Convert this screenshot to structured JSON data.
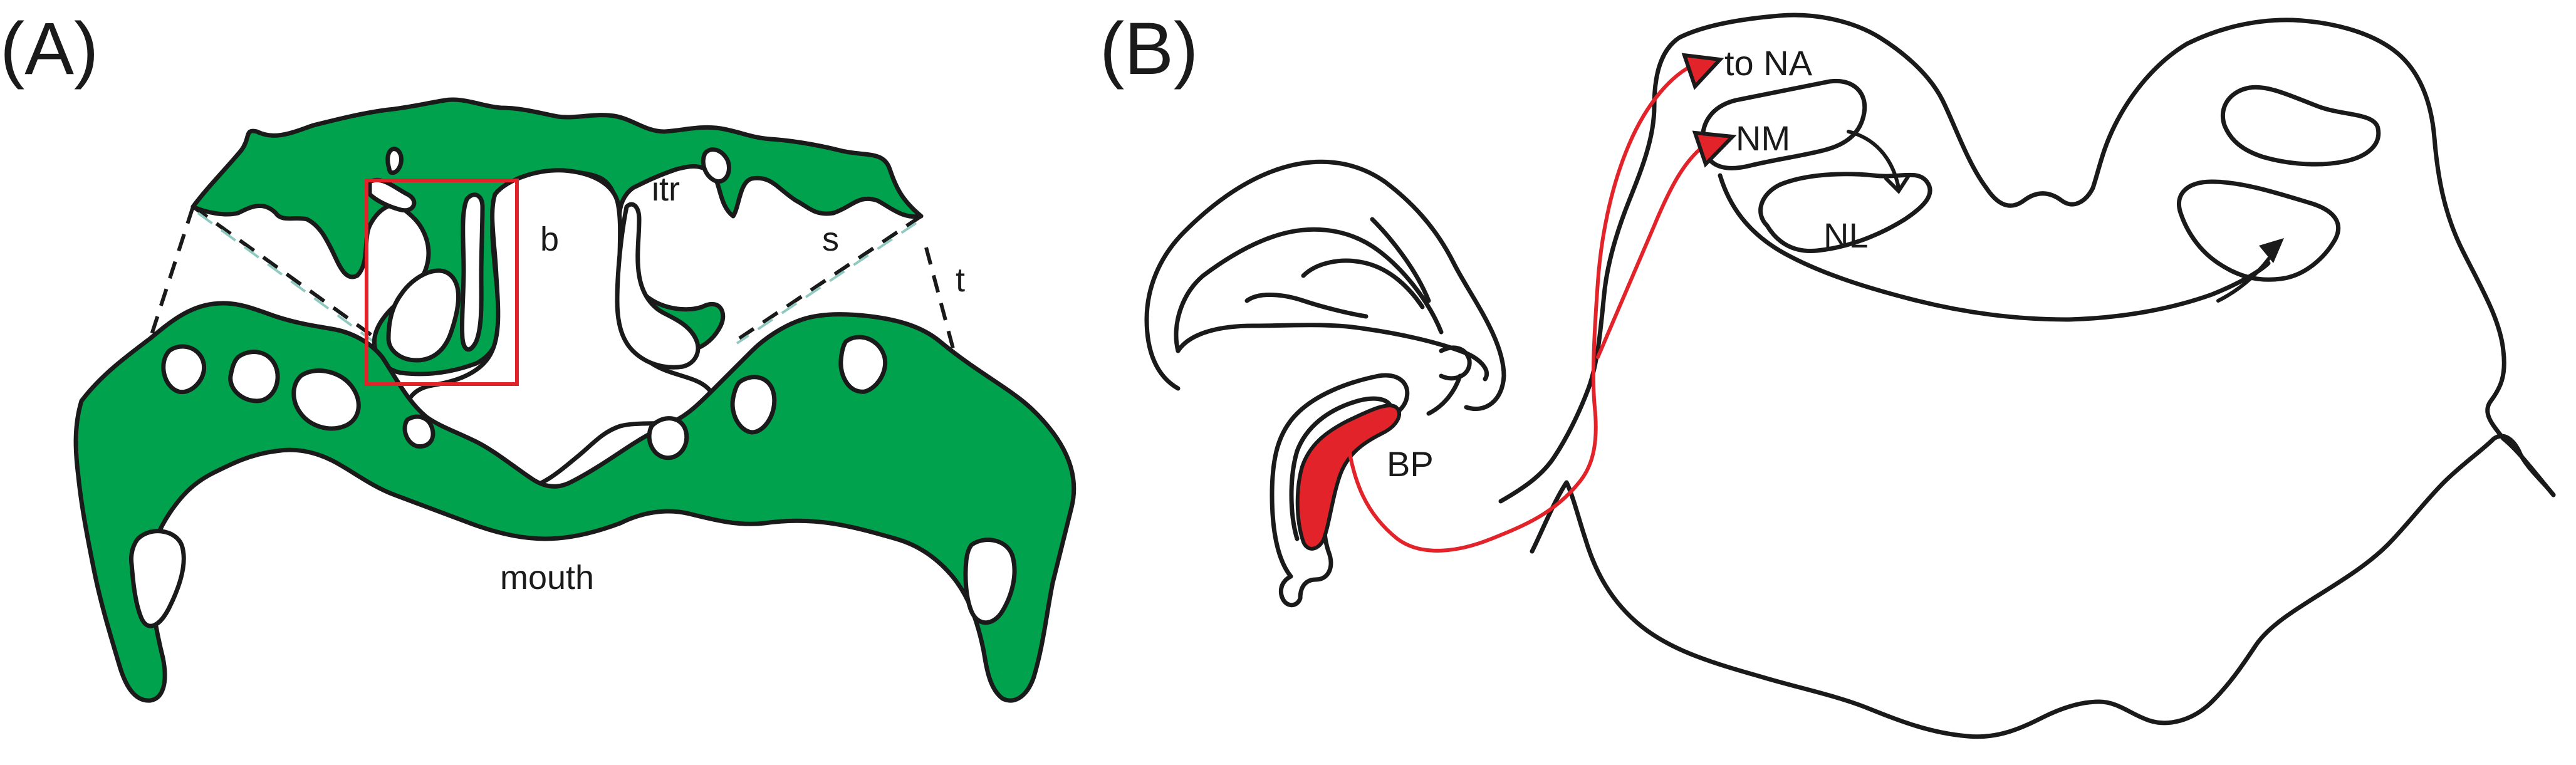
{
  "panel_a": {
    "label": "(A)",
    "labels": {
      "b": "b",
      "itr": "itr",
      "s": "s",
      "t": "t",
      "mouth": "mouth"
    }
  },
  "panel_b": {
    "label": "(B)",
    "labels": {
      "to_na": "to NA",
      "nm": "NM",
      "nl": "NL",
      "bp": "BP"
    }
  },
  "colors": {
    "green": "#00a24e",
    "red": "#e3232a",
    "box": "#e3232a",
    "ink": "#1a1a1a"
  }
}
